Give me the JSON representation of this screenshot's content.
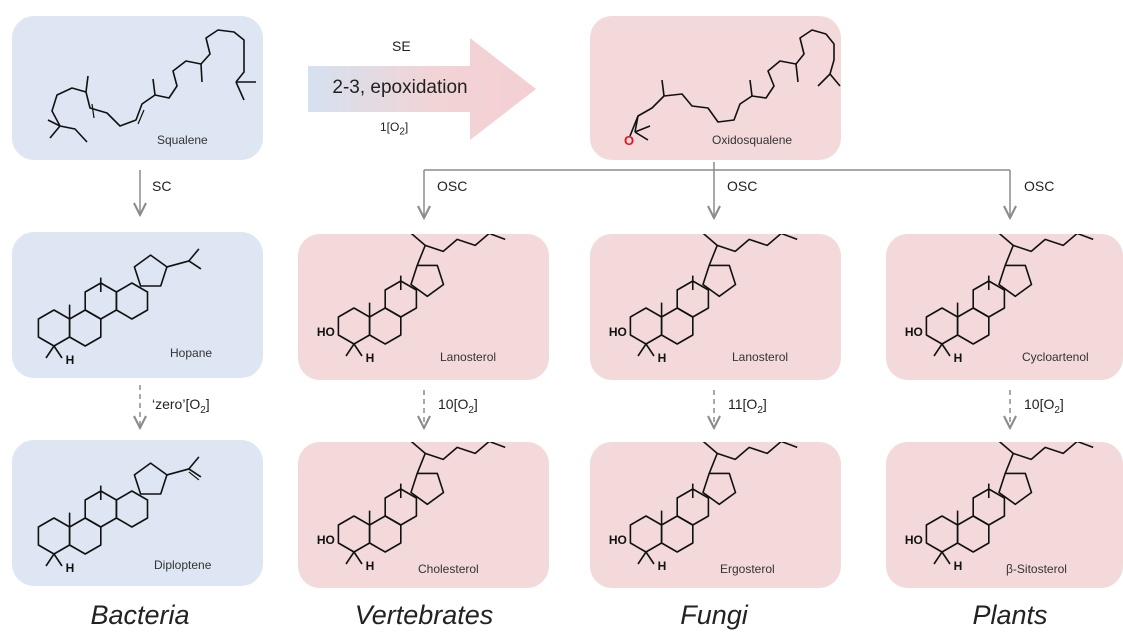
{
  "molecules": {
    "squalene": "Squalene",
    "oxidosqualene": "Oxidosqualene",
    "hopane": "Hopane",
    "diploptene": "Diploptene",
    "lanosterol_vert": "Lanosterol",
    "lanosterol_fungi": "Lanosterol",
    "cycloartenol": "Cycloartenol",
    "cholesterol": "Cholesterol",
    "ergosterol": "Ergosterol",
    "sitosterol": "β-Sitosterol"
  },
  "steps": {
    "se_enzyme": "SE",
    "epoxidation": "2-3, epoxidation",
    "se_oxygen": "1[O",
    "se_oxygen_sub": "2",
    "se_oxygen_end": "]",
    "sc": "SC",
    "osc": "OSC",
    "zero": "‘zero’[O",
    "ten": "10[O",
    "eleven": "11[O",
    "o2_sub": "2",
    "o2_end": "]"
  },
  "atoms": {
    "oxygen": "O",
    "hydroxyl_h": "HO",
    "hydroxyl_o": "O",
    "hydrogen": "H"
  },
  "organisms": [
    "Bacteria",
    "Vertebrates",
    "Fungi",
    "Plants"
  ],
  "colors": {
    "bacteria_box": "#dde6f2",
    "eukaryote_box": "#f3d9da",
    "oxygen": "#e3141b",
    "arrow": "#8c8c8c"
  }
}
